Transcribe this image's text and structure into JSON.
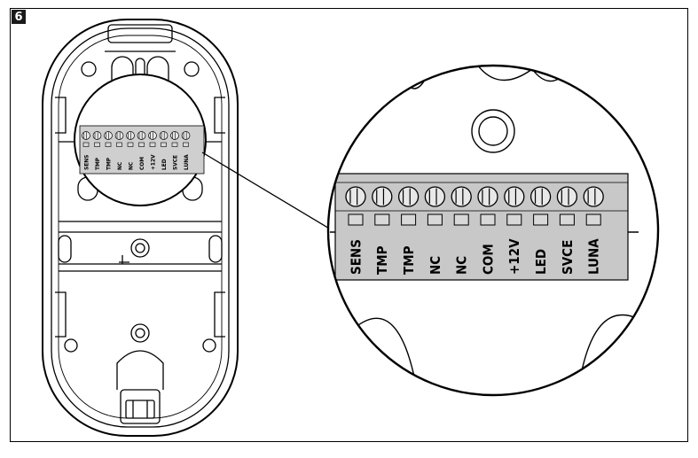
{
  "figure": {
    "number": "6"
  },
  "terminal_labels": [
    "SENS",
    "TMP",
    "TMP",
    "NC",
    "NC",
    "COM",
    "+12V",
    "LED",
    "SVCE",
    "LUNA"
  ],
  "colors": {
    "terminal_block": "#c8c8c8",
    "terminal_dark": "#a9a9a9",
    "line": "#000000",
    "background": "#ffffff"
  }
}
